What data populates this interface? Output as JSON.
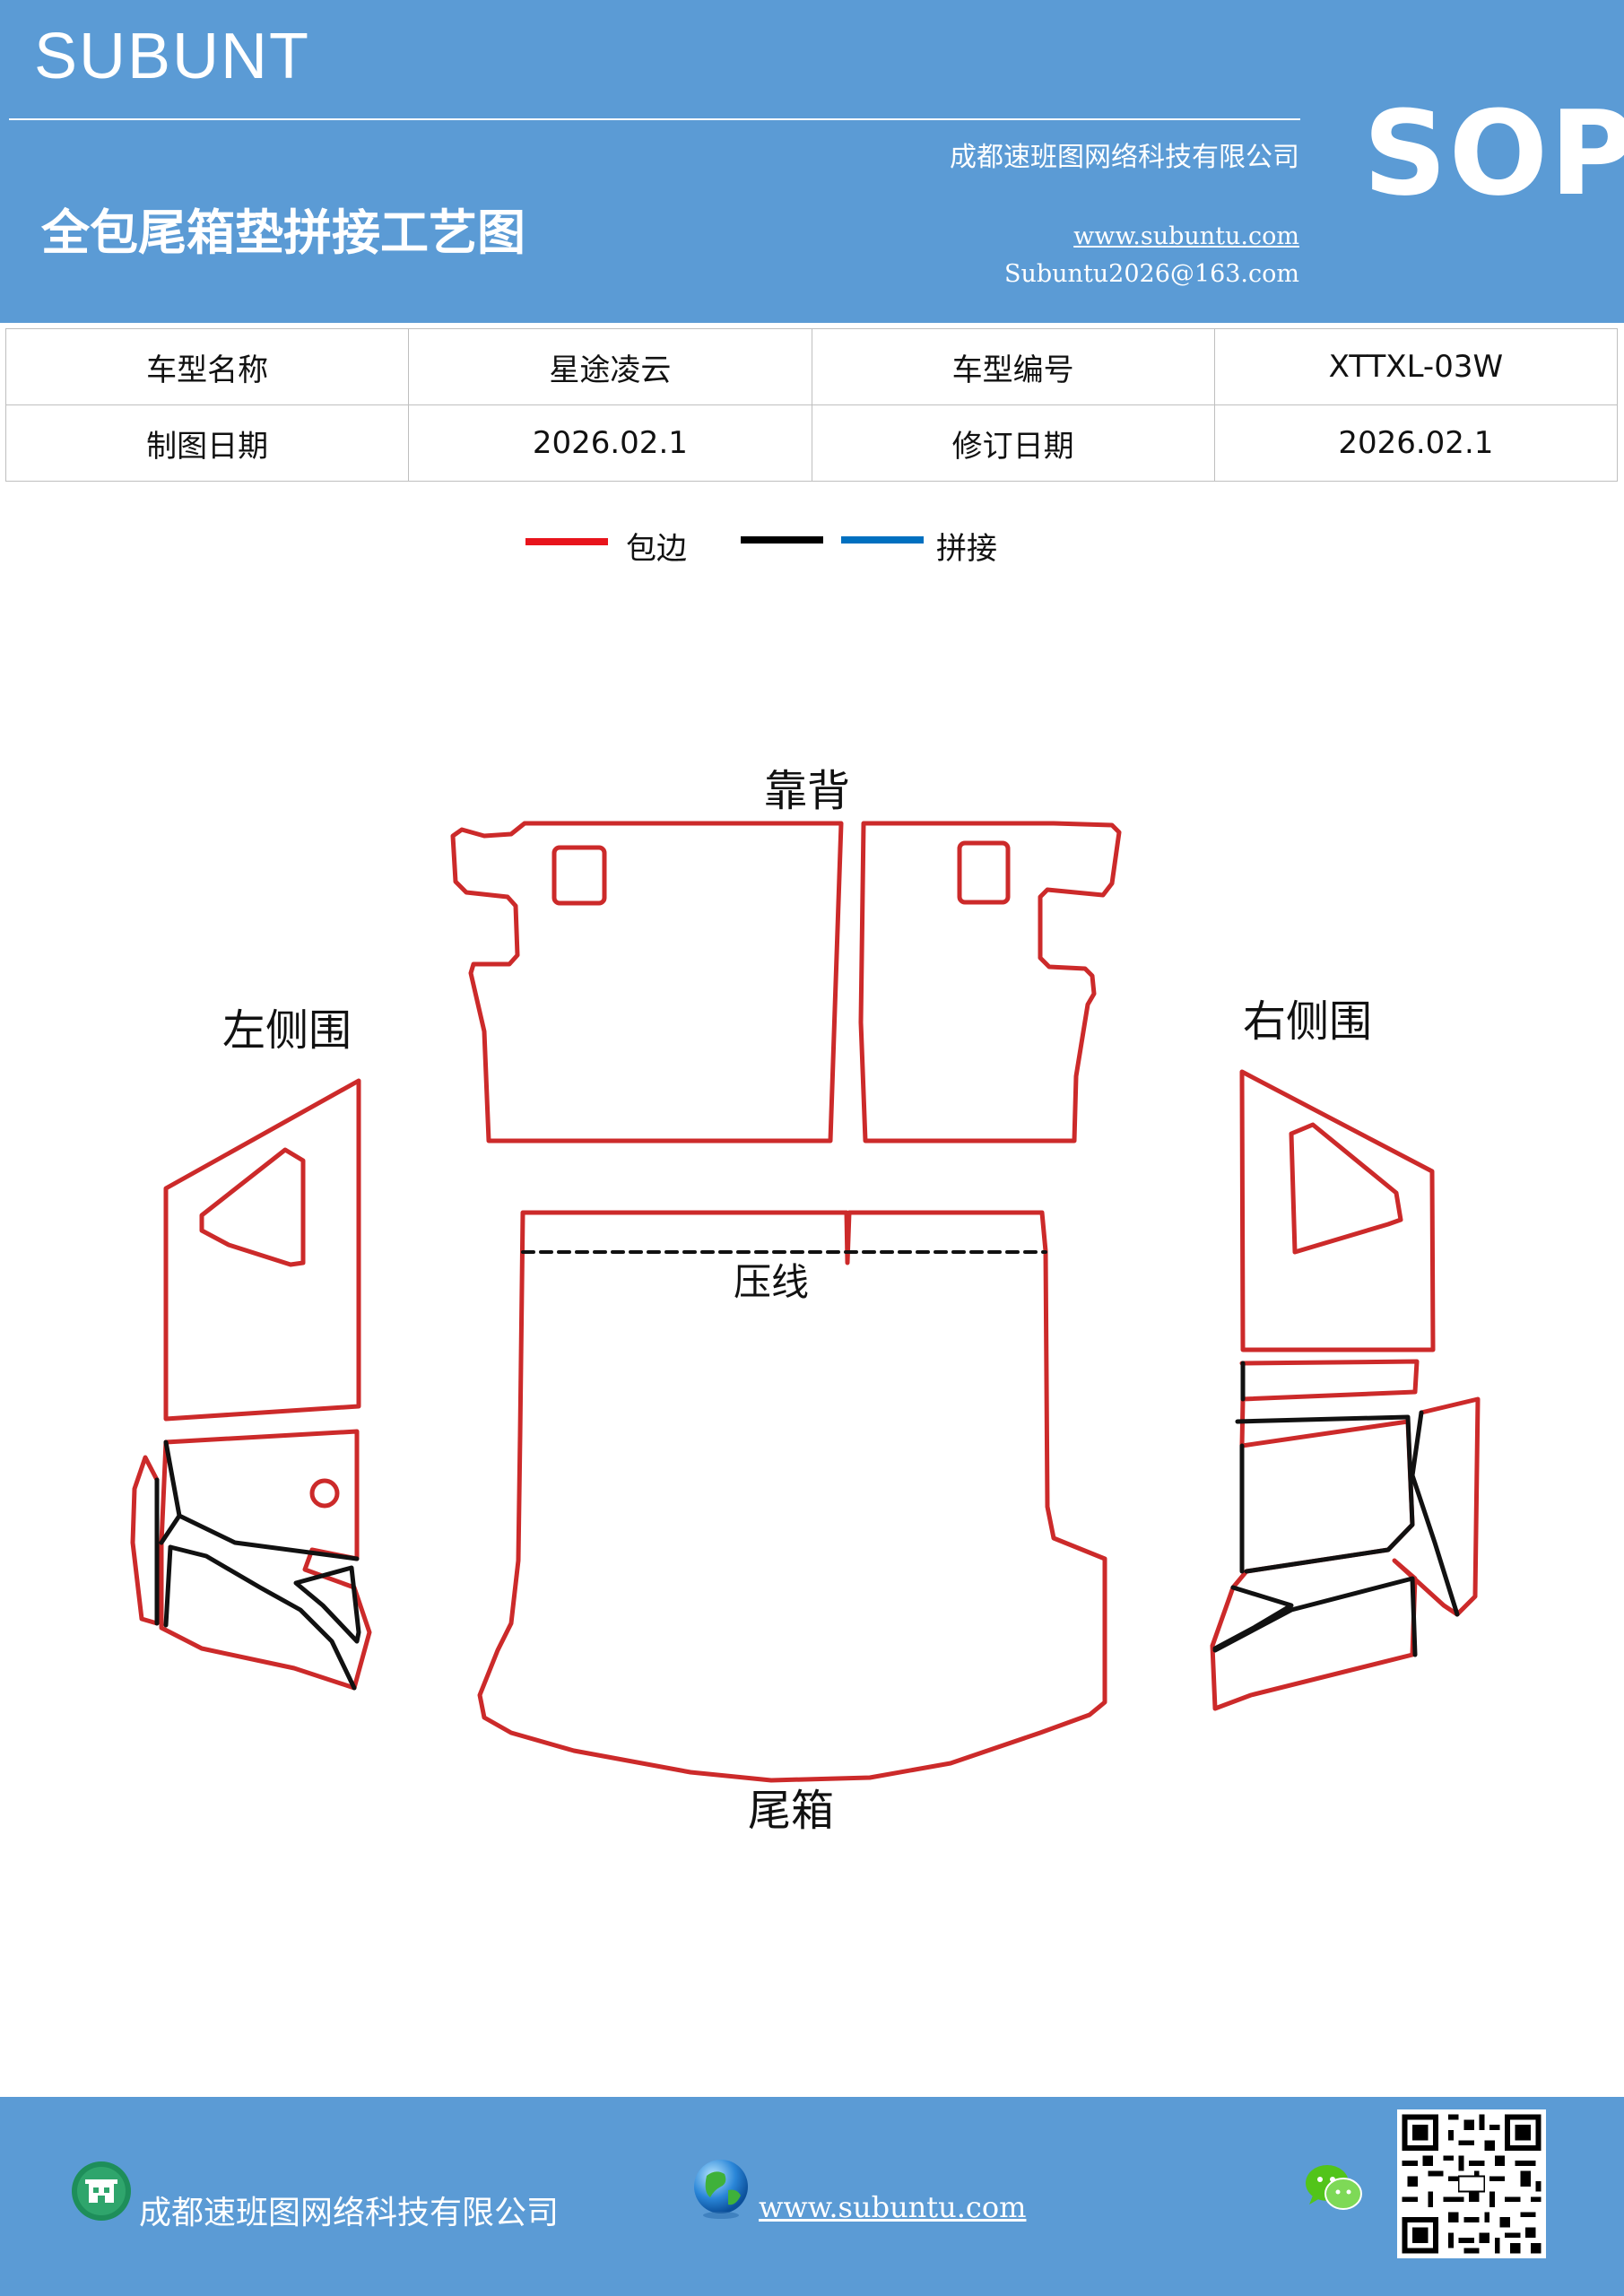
{
  "header": {
    "brand": "SUBUNT",
    "badge": "SOP",
    "company": "成都速班图网络科技有限公司",
    "title": "全包尾箱垫拼接工艺图",
    "website": "www.subuntu.com",
    "email": "Subuntu2026@163.com",
    "bg_color": "#5b9bd5"
  },
  "info_table": {
    "rows": [
      [
        "车型名称",
        "星途凌云",
        "车型编号",
        "XTTXL-03W"
      ],
      [
        "制图日期",
        "2026.02.1",
        "修订日期",
        "2026.02.1"
      ]
    ]
  },
  "legend": {
    "items": [
      {
        "label": "包边",
        "color": "#e8141c"
      },
      {
        "label": "",
        "color": "#000000"
      },
      {
        "label": "拼接",
        "color": "#0070c0"
      }
    ]
  },
  "diagram": {
    "labels": {
      "backrest": "靠背",
      "left_side": "左侧围",
      "right_side": "右侧围",
      "press_line": "压线",
      "trunk": "尾箱"
    },
    "edge_color": "#cc2a2a",
    "seam_color": "#111111"
  },
  "footer": {
    "company": "成都速班图网络科技有限公司",
    "website": "www.subuntu.com"
  }
}
